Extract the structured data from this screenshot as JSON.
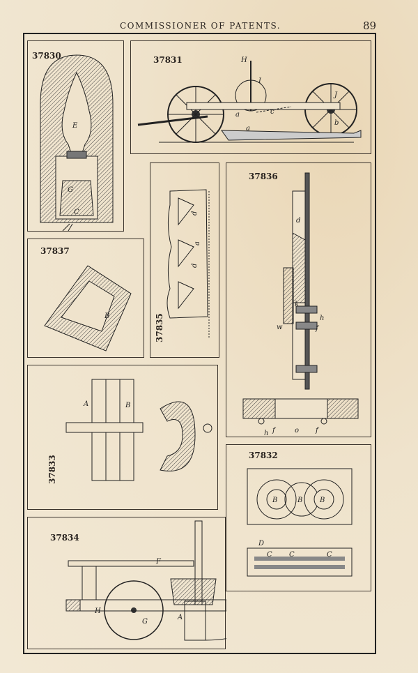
{
  "header": {
    "title": "COMMISSIONER OF PATENTS.",
    "page_number": "89"
  },
  "figures": [
    {
      "number": "37830",
      "labels": [
        "E",
        "G",
        "C"
      ]
    },
    {
      "number": "37831",
      "labels": [
        "H",
        "I",
        "a",
        "c",
        "a",
        "J",
        "b"
      ]
    },
    {
      "number": "37836",
      "labels": [
        "d",
        "k",
        "h",
        "w",
        "f",
        "h",
        "f",
        "o",
        "f"
      ]
    },
    {
      "number": "37837",
      "labels": [
        "B"
      ]
    },
    {
      "number": "37835",
      "labels": [
        "d",
        "a",
        "d"
      ]
    },
    {
      "number": "37833",
      "labels": [
        "A",
        "B"
      ]
    },
    {
      "number": "37832",
      "labels": [
        "B",
        "B",
        "B",
        "D",
        "C",
        "C",
        "C"
      ]
    },
    {
      "number": "37834",
      "labels": [
        "F",
        "H",
        "G",
        "A"
      ]
    }
  ]
}
